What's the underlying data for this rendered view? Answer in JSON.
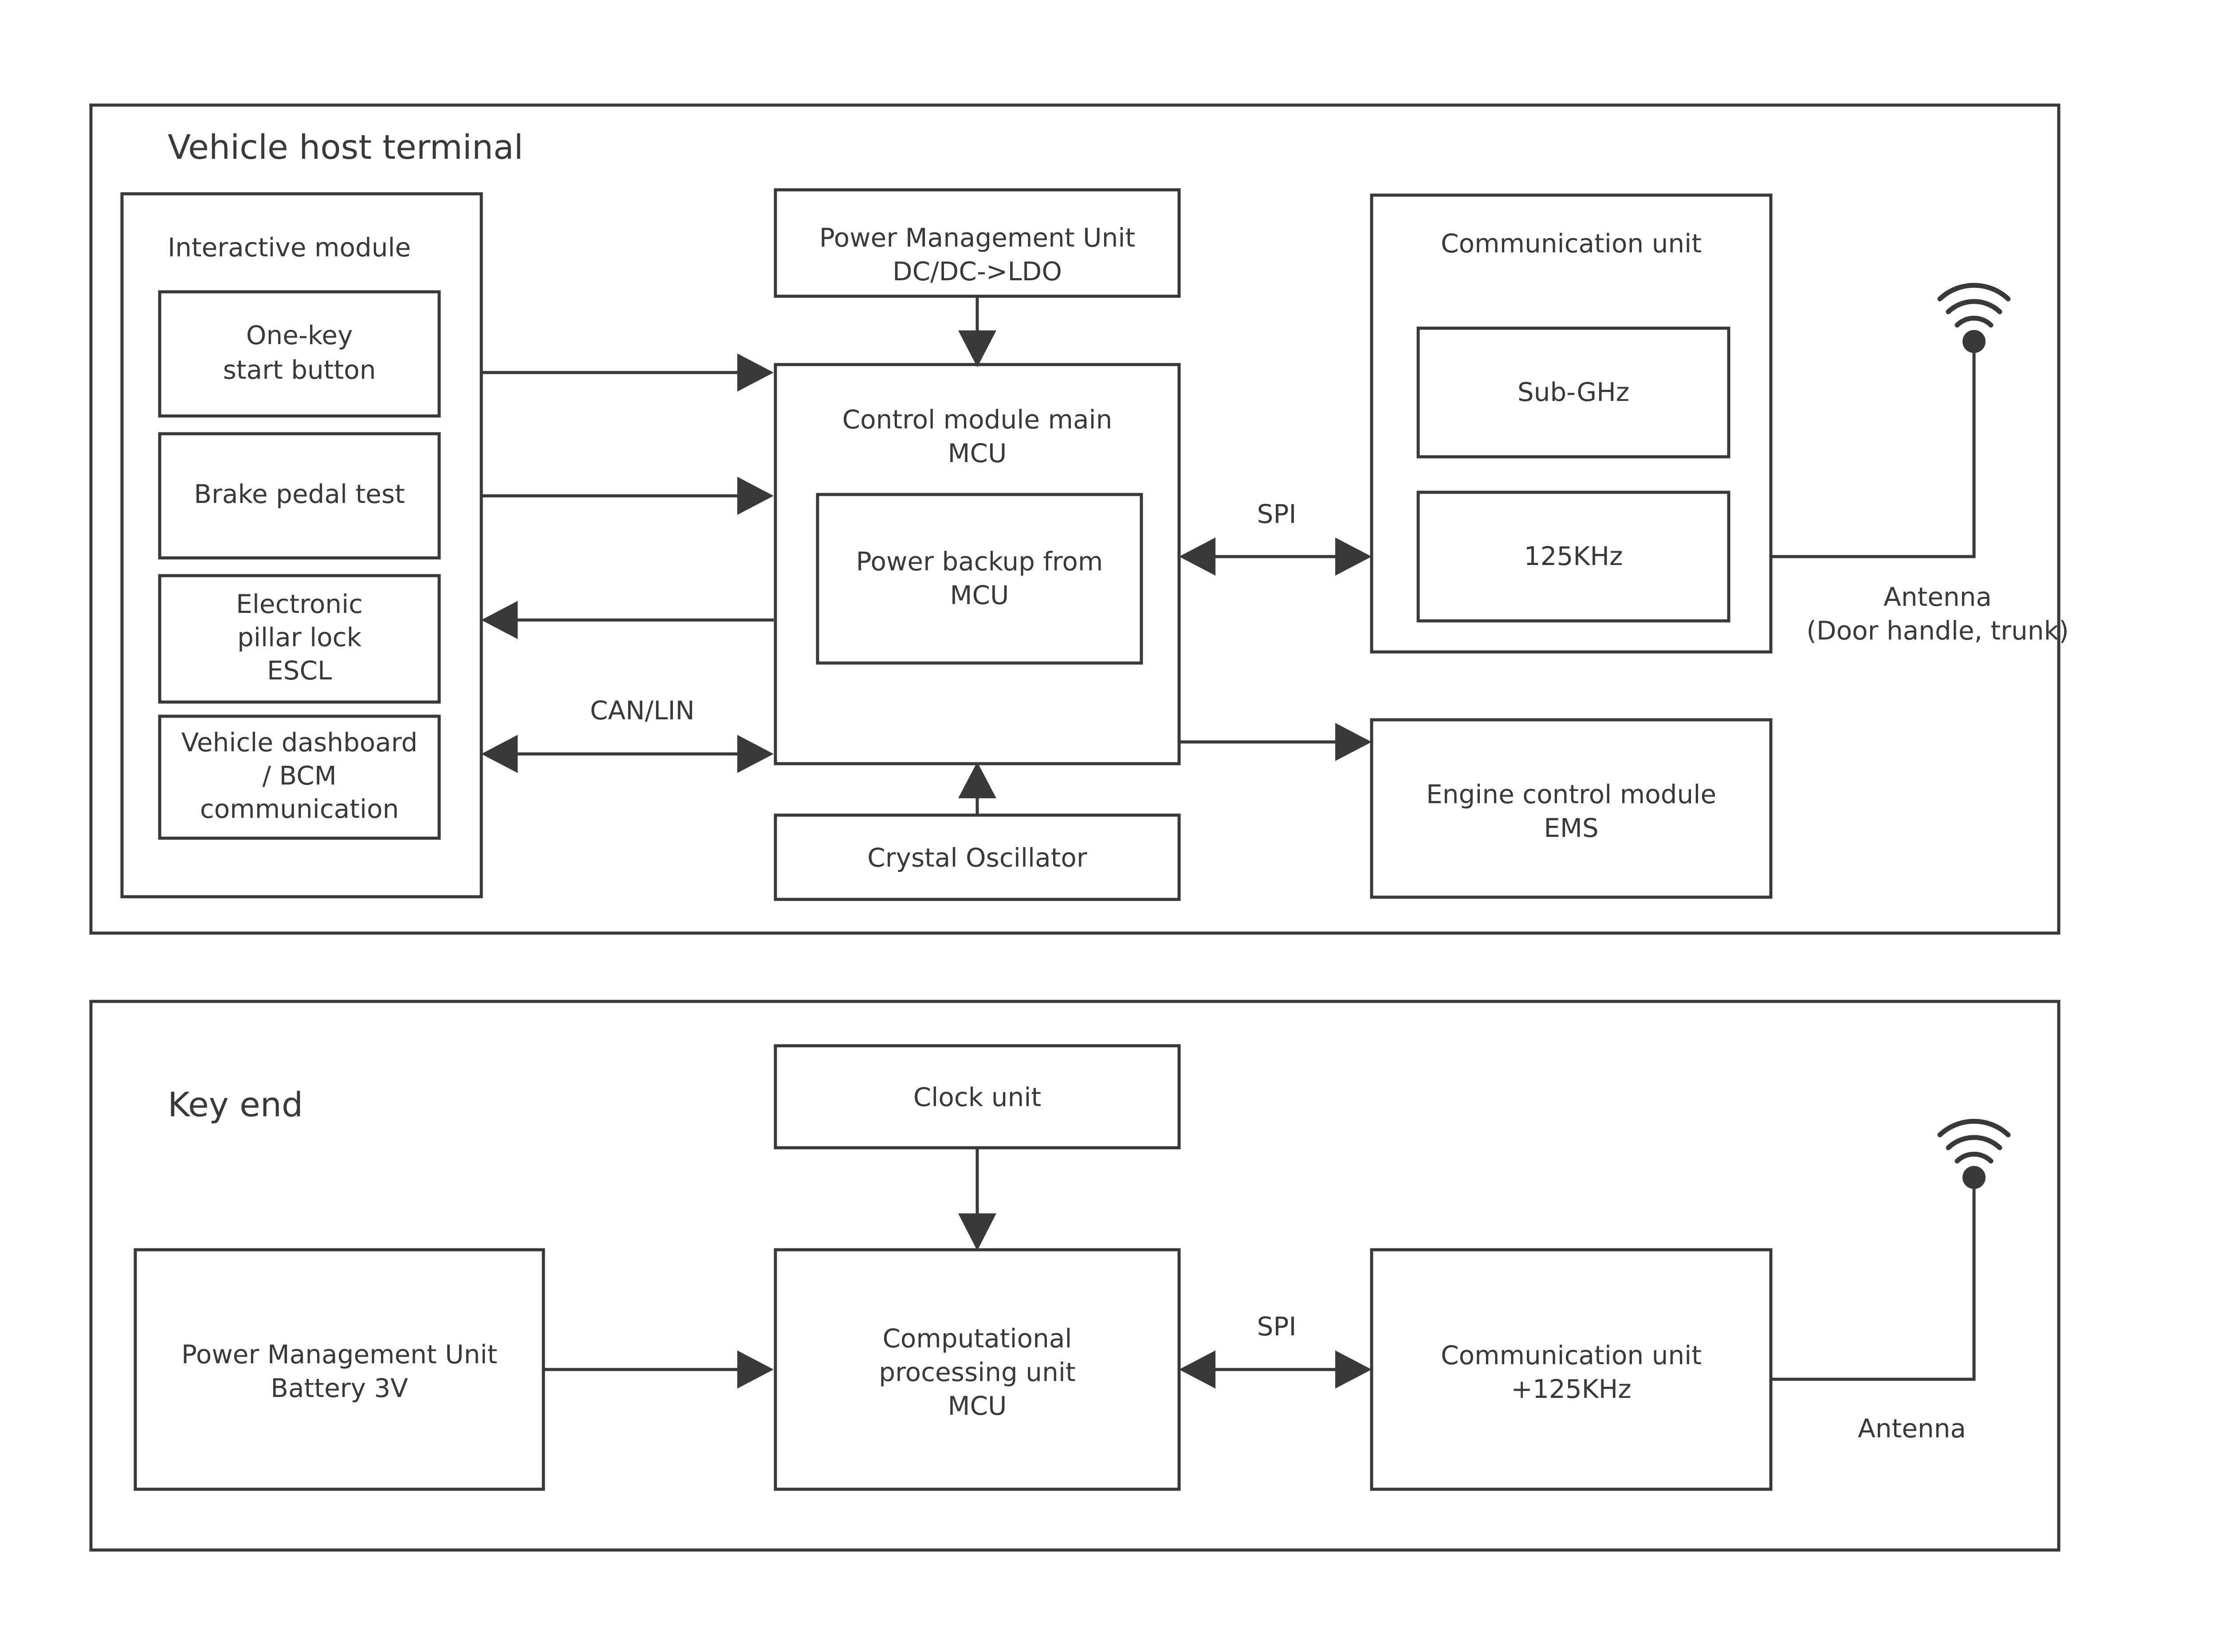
{
  "diagram": {
    "title_vehicle": "Vehicle host terminal",
    "title_key": "Key end",
    "vehicle_host_terminal": {
      "label": "Vehicle host terminal",
      "interactive_module": {
        "label": "Interactive module",
        "items": [
          {
            "label": "One-key\nstart button",
            "lines": [
              "One-key",
              "start button"
            ]
          },
          {
            "label": "Brake pedal test",
            "lines": [
              "Brake pedal test"
            ]
          },
          {
            "label": "Electronic pillar lock ESCL",
            "lines": [
              "Electronic",
              "pillar lock",
              "ESCL"
            ]
          },
          {
            "label": "Vehicle dashboard / BCM communication",
            "lines": [
              "Vehicle dashboard",
              "/ BCM",
              "communication"
            ]
          }
        ]
      },
      "power_management_unit": {
        "lines": [
          "Power Management Unit",
          "DC/DC->LDO"
        ]
      },
      "control_module": {
        "lines": [
          "Control module main",
          "MCU"
        ]
      },
      "power_backup": {
        "lines": [
          "Power backup from",
          "MCU"
        ]
      },
      "crystal_oscillator": {
        "lines": [
          "Crystal Oscillator"
        ]
      },
      "communication_unit": {
        "label": "Communication unit",
        "sub_ghz": {
          "lines": [
            "Sub-GHz"
          ]
        },
        "khz_125": {
          "lines": [
            "125KHz"
          ]
        }
      },
      "engine_control_module": {
        "lines": [
          "Engine control module",
          "EMS"
        ]
      },
      "antenna": {
        "lines": [
          "Antenna",
          "(Door handle, trunk)"
        ],
        "icon": "antenna-wifi-icon"
      },
      "edges": {
        "spi": "SPI",
        "can_lin": "CAN/LIN"
      }
    },
    "key_end": {
      "label": "Key end",
      "clock_unit": {
        "lines": [
          "Clock unit"
        ]
      },
      "power_management_unit": {
        "lines": [
          "Power Management Unit",
          "Battery 3V"
        ]
      },
      "computational_processing_unit": {
        "lines": [
          "Computational",
          "processing unit",
          "MCU"
        ]
      },
      "communication_unit": {
        "lines": [
          "Communication unit",
          "+125KHz"
        ]
      },
      "antenna": {
        "lines": [
          "Antenna"
        ],
        "icon": "antenna-wifi-icon"
      },
      "edges": {
        "spi": "SPI"
      }
    },
    "colors": {
      "stroke": "#3b3838",
      "background": "#ffffff",
      "text": "#3b3838"
    }
  }
}
